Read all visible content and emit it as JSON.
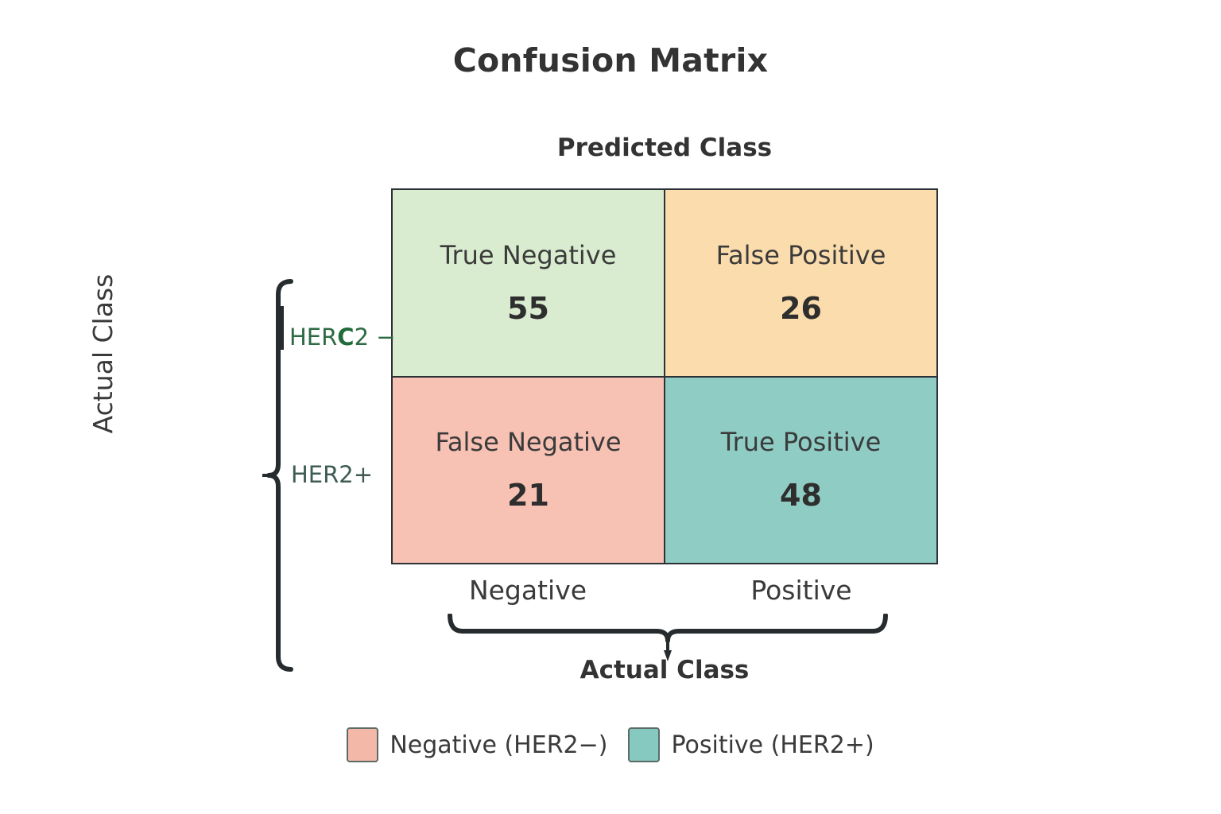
{
  "chart_data": {
    "type": "heatmap",
    "title": "Confusion Matrix",
    "top_axis_title": "Predicted Class",
    "bottom_axis_title": "Actual Class",
    "left_axis_title": "Actual Class",
    "column_ticks": [
      "Negative",
      "Positive"
    ],
    "row_ticks": [
      "HERC2 −",
      "HER2+"
    ],
    "row_tick_prefix": "HER",
    "row_tick_accent": "C",
    "row_tick_suffix": "2 −",
    "cells": [
      {
        "label": "True Negative",
        "value": "55",
        "color": "#d9ecd0",
        "row": 0,
        "col": 0
      },
      {
        "label": "False Positive",
        "value": "26",
        "color": "#fbdcac",
        "row": 0,
        "col": 1
      },
      {
        "label": "False Negative",
        "value": "21",
        "color": "#f7c1b4",
        "row": 1,
        "col": 0
      },
      {
        "label": "True Positive",
        "value": "48",
        "color": "#8fcdc4",
        "row": 1,
        "col": 1
      }
    ],
    "grid": true,
    "legend_position": "bottom",
    "legend": [
      {
        "label": "Negative (HER2−)",
        "color": "#f4b8a8"
      },
      {
        "label": "Positive (HER2+)",
        "color": "#86c9c0"
      }
    ]
  },
  "colors": {
    "true_negative": "#d9ecd0",
    "false_positive": "#fbdcac",
    "false_negative": "#f7c1b4",
    "true_positive": "#8fcdc4",
    "border": "#2b3136",
    "text": "#3a3a3a",
    "row_tick_green": "#2d6b42",
    "background": "#ffffff"
  }
}
